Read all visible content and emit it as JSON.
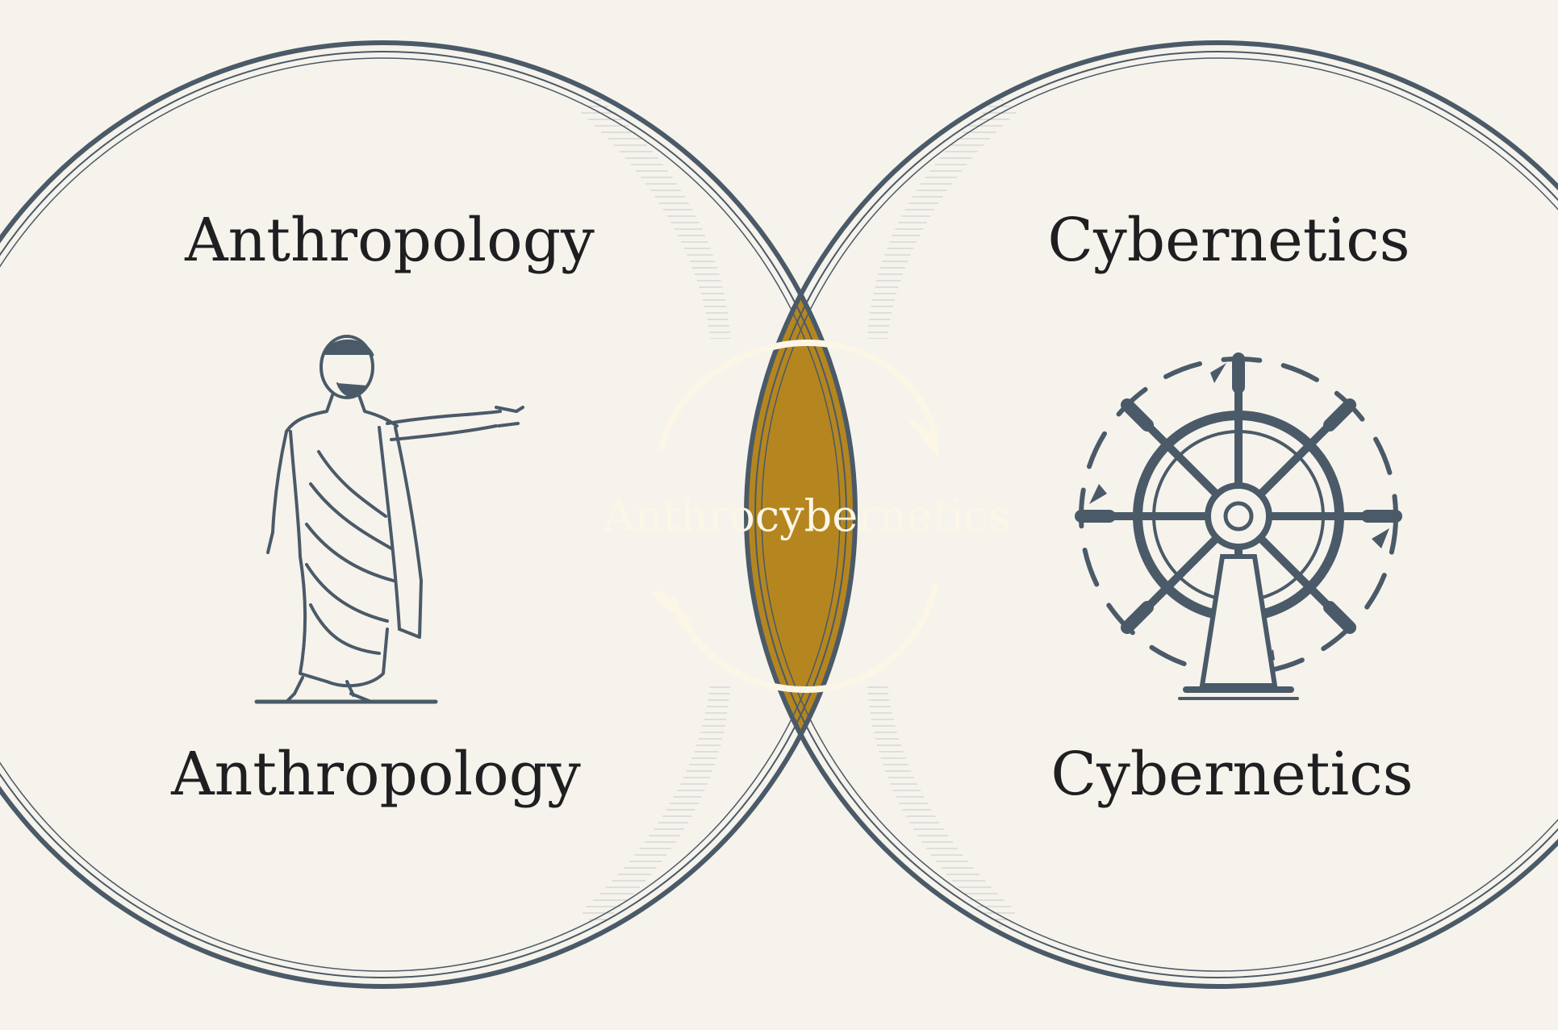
{
  "diagram": {
    "left_title": "Anthropology",
    "left_caption": "Anthropology",
    "right_title": "Cybernetics",
    "right_caption": "Cybernetics",
    "center_label": "Anthrocybernetics",
    "left_icon": "toga-figure-icon",
    "right_icon": "ship-wheel-icon",
    "center_icon": "feedback-cycle-icon"
  },
  "colors": {
    "background": "#f6f3ec",
    "outline": "#4a5a68",
    "intersection": "#b5861f",
    "center_text": "#fbf6e6",
    "text": "#1f1f22"
  }
}
